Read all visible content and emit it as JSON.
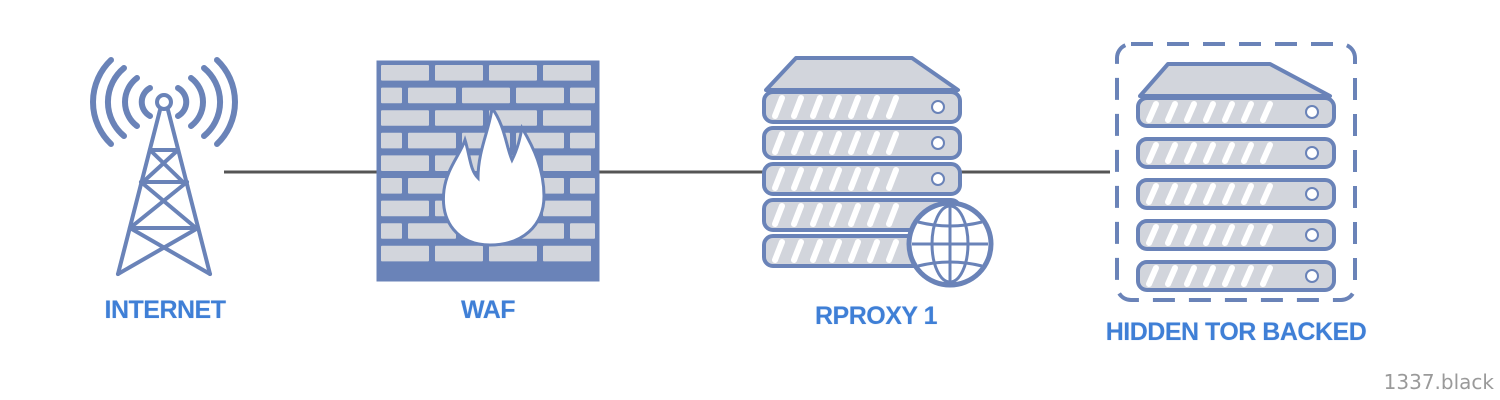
{
  "nodes": [
    {
      "id": "internet",
      "label": "INTERNET",
      "icon": "radio-tower-icon"
    },
    {
      "id": "waf",
      "label": "WAF",
      "icon": "firewall-icon"
    },
    {
      "id": "rproxy",
      "label": "RPROXY 1",
      "icon": "server-globe-icon"
    },
    {
      "id": "hidden",
      "label": "HIDDEN TOR BACKED",
      "icon": "server-stack-icon"
    }
  ],
  "edges": [
    {
      "from": "internet",
      "to": "waf"
    },
    {
      "from": "waf",
      "to": "rproxy"
    },
    {
      "from": "rproxy",
      "to": "hidden"
    }
  ],
  "colors": {
    "stroke": "#6a83b8",
    "fill_light": "#d2d5dc",
    "label": "#3f7fd6",
    "line": "#555555",
    "watermark": "#9a9a9a"
  },
  "watermark": "1337.black"
}
